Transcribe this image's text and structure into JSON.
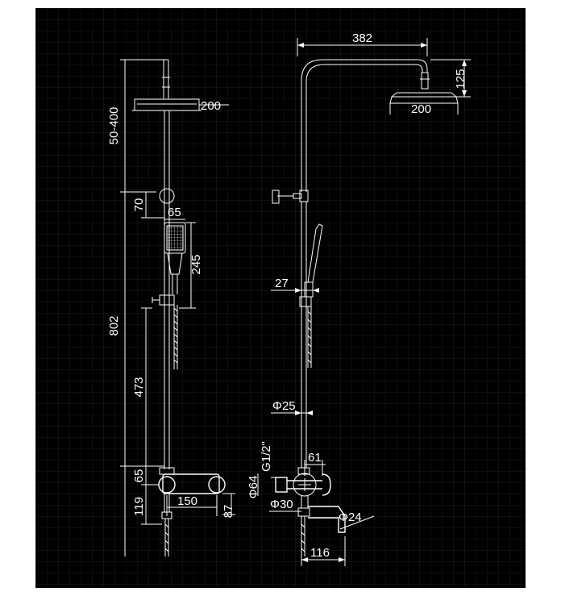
{
  "dimensions": {
    "left_head_width": "200",
    "left_adjust": "50-400",
    "left_bracket": "70",
    "hand_width": "65",
    "hand_length": "245",
    "total_rail": "802",
    "slide_rail": "473",
    "valve_offset": "65",
    "valve_height": "119",
    "valve_spacing": "150",
    "valve_depth": "87",
    "arm_length": "382",
    "arm_drop": "125",
    "right_head_width": "200",
    "hand_offset": "27",
    "pipe_dia": "Φ25",
    "valve_offset_right": "61",
    "thread": "G1/2\"",
    "valve_dia": "Φ64",
    "inlet_dia": "Φ30",
    "spout_dia": "Φ24",
    "spout_length": "116"
  },
  "colors": {
    "background": "#000000",
    "line": "#ffffff",
    "grid": "#1c1c1c"
  }
}
